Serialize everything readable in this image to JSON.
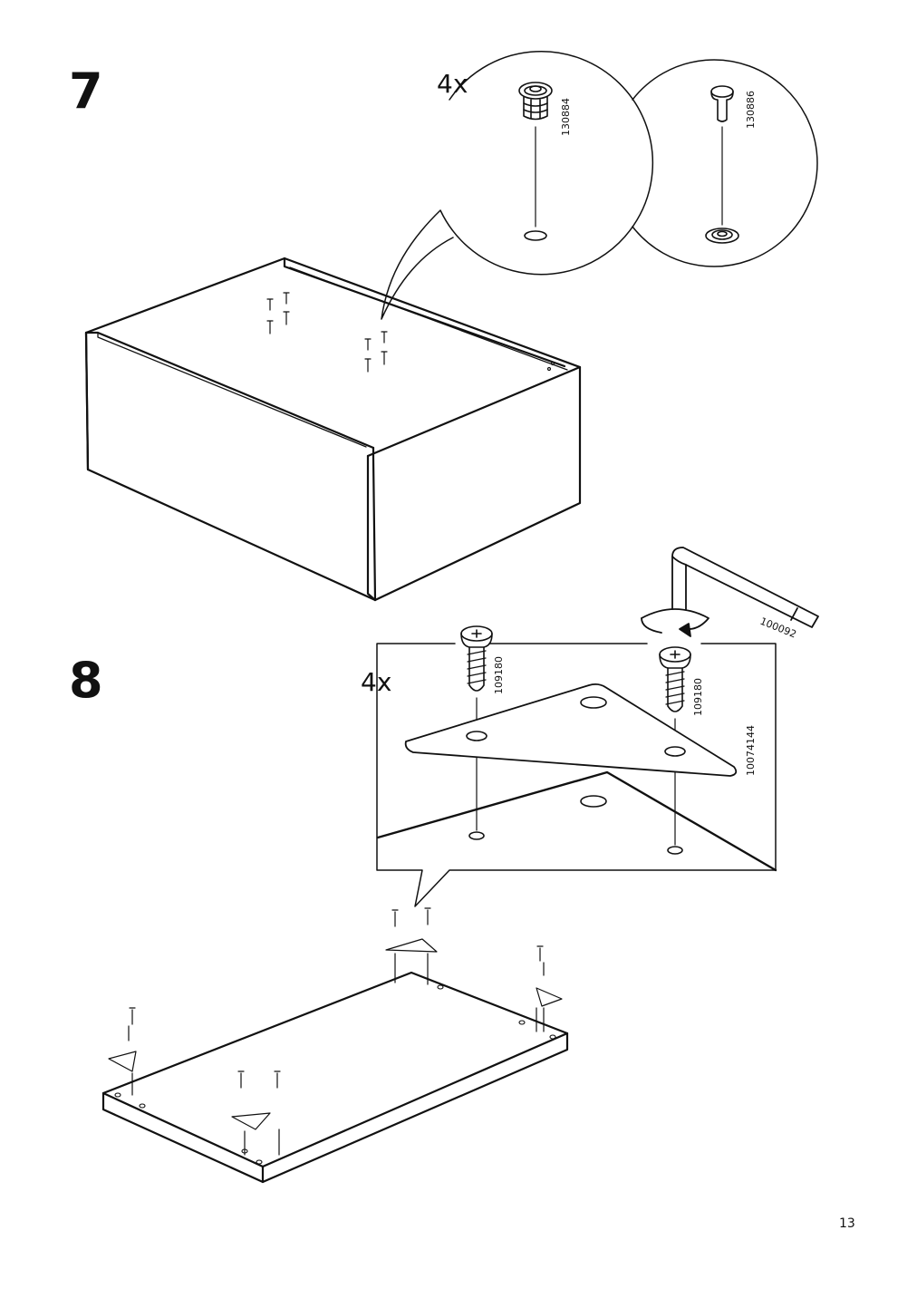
{
  "page": {
    "number": "13"
  },
  "step7": {
    "number": "7",
    "quantity": "4x",
    "parts": [
      {
        "article": "130884",
        "icon": "cam-lock-insert"
      },
      {
        "article": "130886",
        "icon": "dowel-peg"
      }
    ]
  },
  "step8": {
    "number": "8",
    "quantity": "4x",
    "parts": [
      {
        "article": "109180",
        "icon": "screw"
      },
      {
        "article": "109180",
        "icon": "screw"
      },
      {
        "article": "10074144",
        "icon": "triangular-bracket"
      },
      {
        "article": "100092",
        "icon": "allen-key"
      }
    ]
  }
}
